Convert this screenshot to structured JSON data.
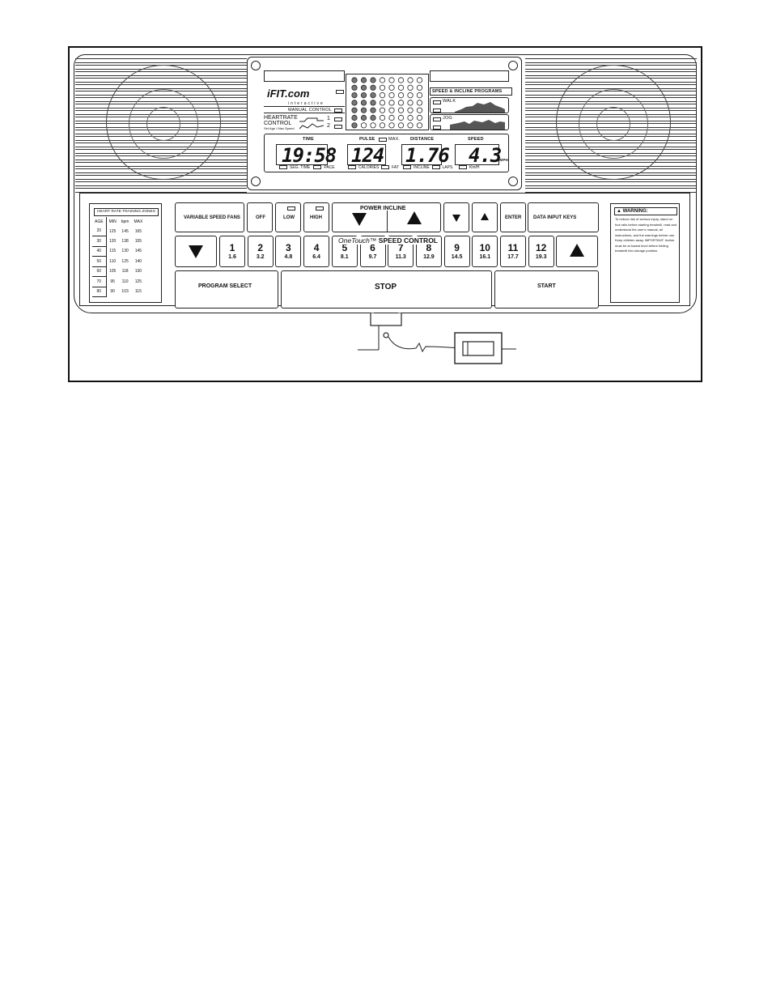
{
  "display": {
    "logo": "iFIT.com",
    "logo_sub": "interactive",
    "manual_control": "MANUAL CONTROL",
    "heart_rate_control": "HEARTRATE CONTROL",
    "heart_rate_sub": "Set Age / Max Speed",
    "hr_prog_1": "1",
    "hr_prog_2": "2",
    "programs_title": "SPEED & INCLINE PROGRAMS",
    "walk": "WALK",
    "jog": "JOG",
    "time_label": "TIME",
    "time_value": "19:58",
    "pulse_label": "PULSE",
    "max_label": "MAX.",
    "pulse_value": "124",
    "distance_label": "DISTANCE",
    "distance_value": "1.76",
    "speed_label": "SPEED",
    "speed_value": "4.3",
    "mph": "MPH",
    "seg_time": "SEG. TIME",
    "pace": "PACE",
    "calories": "CALORIES",
    "fat": "FAT",
    "incline": "INCLINE",
    "laps": "LAPS",
    "kmh": "Km/H"
  },
  "hr_chart": {
    "title": "HEART RATE TRAINING ZONES",
    "headers": [
      "AGE",
      "MIN",
      "bpm",
      "MAX"
    ],
    "rows": [
      [
        "20",
        "125",
        "145",
        "165"
      ],
      [
        "30",
        "120",
        "138",
        "155"
      ],
      [
        "40",
        "115",
        "130",
        "145"
      ],
      [
        "50",
        "110",
        "125",
        "140"
      ],
      [
        "60",
        "105",
        "118",
        "130"
      ],
      [
        "70",
        "95",
        "110",
        "125"
      ],
      [
        "80",
        "90",
        "103",
        "115"
      ]
    ]
  },
  "keys": {
    "variable_speed_fans": "VARIABLE SPEED FANS",
    "off": "OFF",
    "low": "LOW",
    "high": "HIGH",
    "power_incline": "POWER INCLINE",
    "enter": "ENTER",
    "data_input_keys": "DATA INPUT KEYS",
    "onetouch": "OneTouch™",
    "speed_control": "SPEED CONTROL",
    "speed_keys": [
      {
        "n": "1",
        "s": "1.6"
      },
      {
        "n": "2",
        "s": "3.2"
      },
      {
        "n": "3",
        "s": "4.8"
      },
      {
        "n": "4",
        "s": "6.4"
      },
      {
        "n": "5",
        "s": "8.1"
      },
      {
        "n": "6",
        "s": "9.7"
      },
      {
        "n": "7",
        "s": "11.3"
      },
      {
        "n": "8",
        "s": "12.9"
      },
      {
        "n": "9",
        "s": "14.5"
      },
      {
        "n": "10",
        "s": "16.1"
      },
      {
        "n": "11",
        "s": "17.7"
      },
      {
        "n": "12",
        "s": "19.3"
      }
    ],
    "program_select": "PROGRAM SELECT",
    "stop": "STOP",
    "start": "START"
  },
  "warning": {
    "title": "WARNING:",
    "text": "To reduce risk of serious injury, stand on foot rails before starting treadmill, read and understand the user's manual, all instructions, and the warnings before use. Keep children away. IMPORTANT: Incline must be at lowest level before folding treadmill into storage position."
  }
}
